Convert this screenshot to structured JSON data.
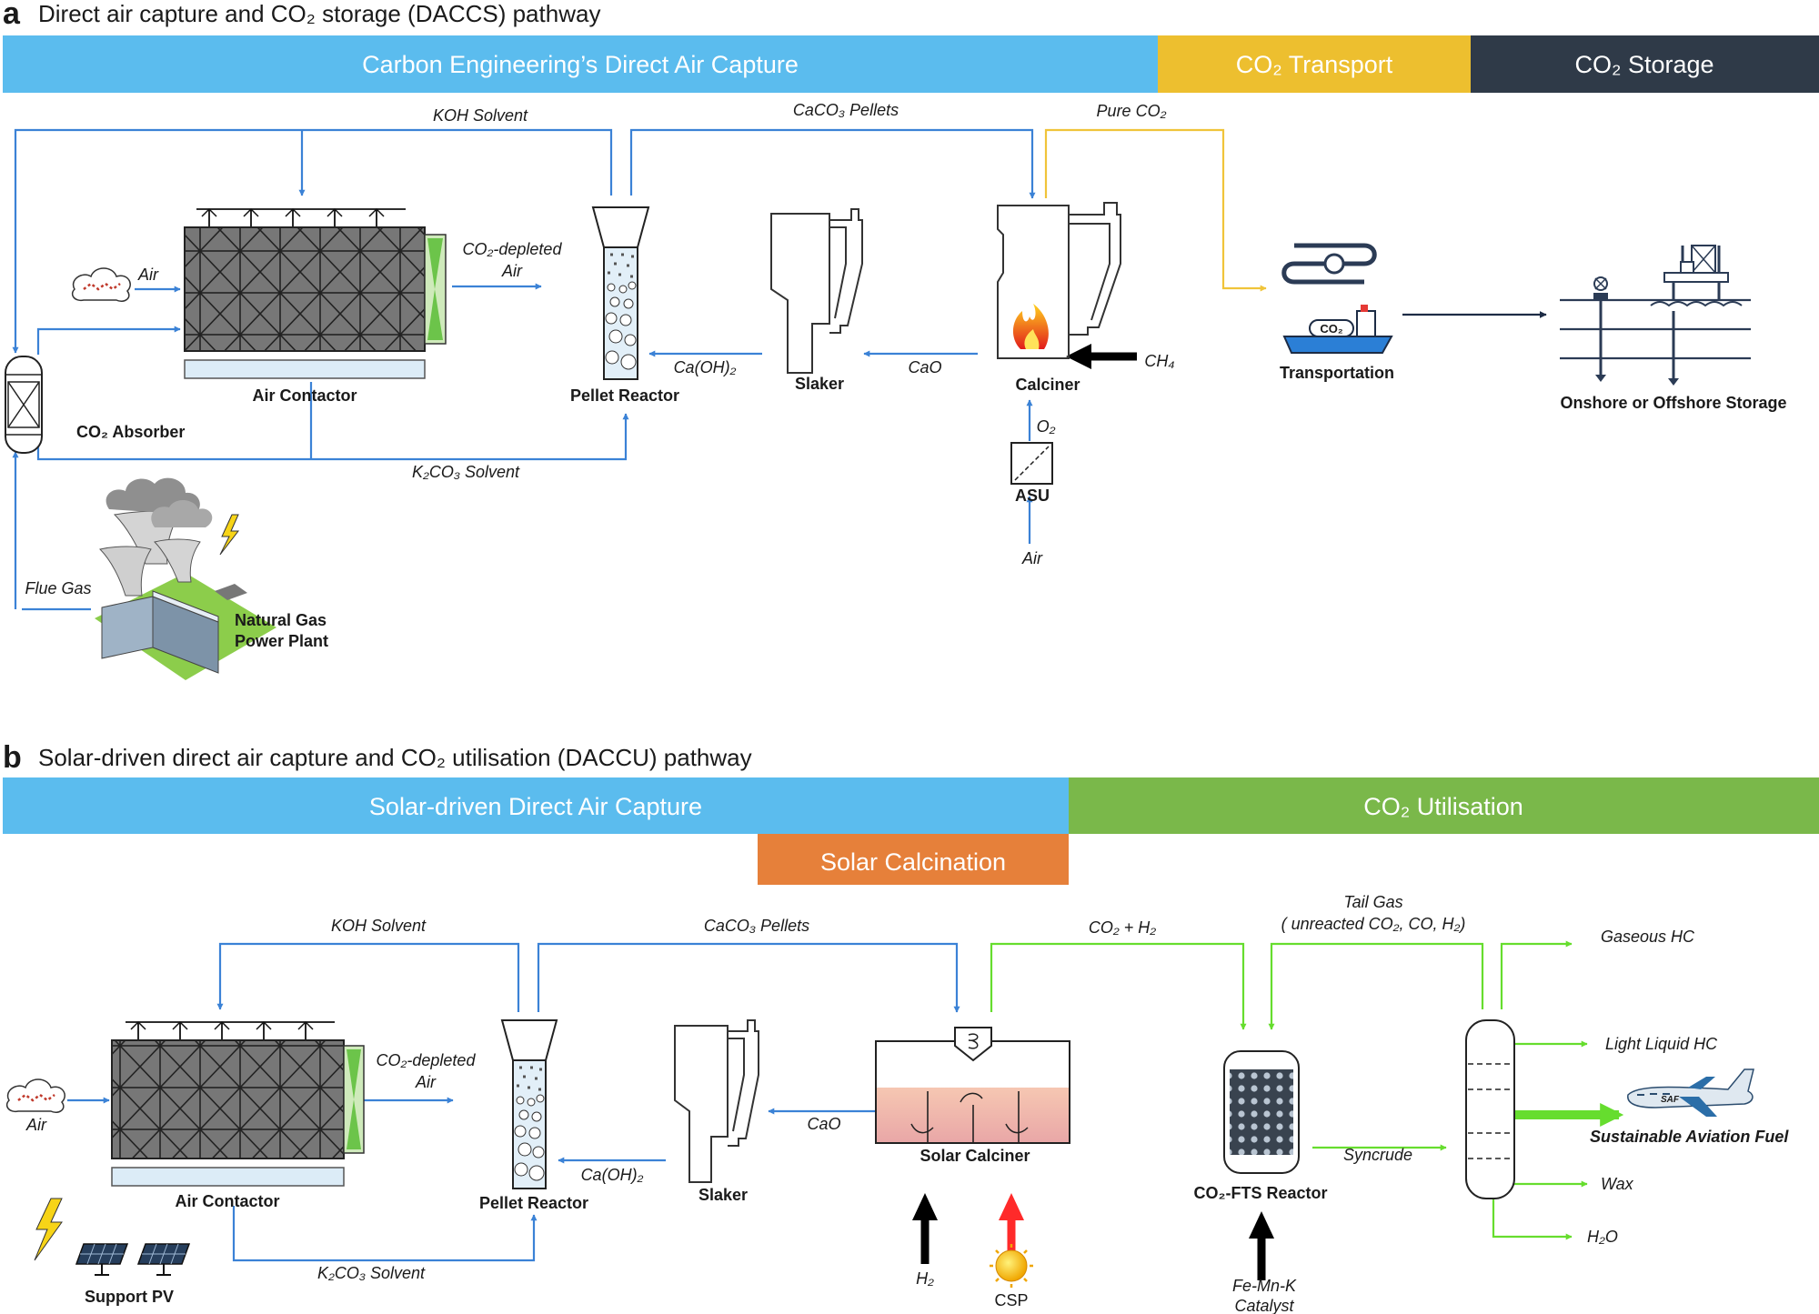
{
  "panel_a": {
    "letter": "a",
    "title": "Direct air capture and CO₂ storage (DACCS) pathway",
    "bands": {
      "dac": "Carbon Engineering’s Direct Air Capture",
      "transport": "CO₂ Transport",
      "storage": "CO₂ Storage"
    },
    "flows": {
      "koh": "KOH Solvent",
      "caco3": "CaCO₃ Pellets",
      "pure_co2": "Pure CO₂",
      "air": "Air",
      "depleted_1": "CO₂-depleted",
      "depleted_2": "Air",
      "caoh2": "Ca(OH)₂",
      "cao": "CaO",
      "ch4": "CH₄",
      "o2": "O₂",
      "air_asu": "Air",
      "k2co3": "K₂CO₃ Solvent",
      "flue_gas": "Flue Gas"
    },
    "units": {
      "air_contactor": "Air Contactor",
      "pellet_reactor": "Pellet Reactor",
      "slaker": "Slaker",
      "calciner": "Calciner",
      "asu": "ASU",
      "absorber": "CO₂ Absorber",
      "power_plant_1": "Natural Gas",
      "power_plant_2": "Power Plant",
      "transportation": "Transportation",
      "storage": "Onshore or Offshore Storage",
      "ship_tag": "CO₂"
    }
  },
  "panel_b": {
    "letter": "b",
    "title": "Solar-driven direct air capture and CO₂ utilisation (DACCU) pathway",
    "bands": {
      "dac": "Solar-driven Direct Air Capture",
      "util": "CO₂ Utilisation",
      "calc": "Solar Calcination"
    },
    "flows": {
      "koh": "KOH Solvent",
      "caco3": "CaCO₃ Pellets",
      "co2h2": "CO₂ + H₂",
      "tail_1": "Tail Gas",
      "tail_2": "( unreacted CO₂, CO, H₂)",
      "gaseous": "Gaseous HC",
      "light": "Light Liquid HC",
      "saf": "Sustainable Aviation Fuel",
      "saf_tag": "SAF",
      "wax": "Wax",
      "h2o": "H₂O",
      "air": "Air",
      "depleted_1": "CO₂-depleted",
      "depleted_2": "Air",
      "cao": "CaO",
      "caoh2": "Ca(OH)₂",
      "syncrude": "Syncrude",
      "h2": "H₂",
      "k2co3": "K₂CO₃ Solvent",
      "catalyst_1": "Fe-Mn-K",
      "catalyst_2": "Catalyst"
    },
    "units": {
      "air_contactor": "Air Contactor",
      "pellet_reactor": "Pellet Reactor",
      "slaker": "Slaker",
      "solar_calciner": "Solar Calciner",
      "fts": "CO₂-FTS Reactor",
      "csp": "CSP",
      "pv": "Support PV"
    }
  },
  "colors": {
    "blue_band": "#5bbcee",
    "transport_band": "#edbf2f",
    "storage_band": "#2f3a48",
    "util_band": "#7ab84a",
    "calc_band": "#e6803a",
    "blue_flow": "#3b82d6",
    "yellow_flow": "#f0c43a",
    "green_flow": "#66dd2e",
    "saf_text": "#1a2fd6"
  }
}
